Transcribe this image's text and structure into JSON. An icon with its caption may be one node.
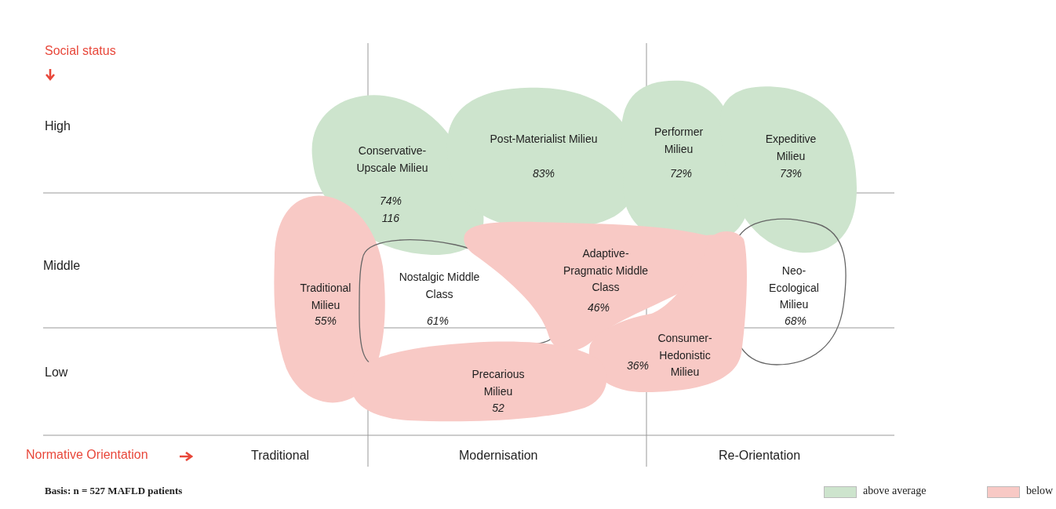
{
  "diagram": {
    "nodes": [
      {
        "text": [
          "Conservative- Upscale Milieu",
          "74%",
          "116"
        ]
      },
      {
        "text": [
          "Post-Materialist Milieu",
          "83%"
        ]
      },
      {
        "text": [
          "Performer Milieu",
          "72%"
        ]
      },
      {
        "text": [
          "Expeditive Milieu",
          "73%"
        ]
      },
      {
        "text": [
          "Traditional Milieu",
          "55%"
        ]
      },
      {
        "text": [
          "Nostalgic Middle Class",
          "61%"
        ]
      },
      {
        "text": [
          "Adaptive- Pragmatic Middle Class",
          "46%"
        ]
      },
      {
        "text": [
          "Neo- Ecological Milieu",
          "68%"
        ]
      },
      {
        "text": [
          "36%",
          "Consumer- Hedonistic Milieu"
        ]
      },
      {
        "text": [
          "Precarious Milieu",
          "52"
        ]
      }
    ],
    "labels": [
      "Social status",
      "High",
      "Middle",
      "Low",
      "Normative Orientation",
      "Traditional",
      "Modernisation",
      "Re-Orientation",
      "Basis: n = 527 MAFLD patients"
    ],
    "legend": [
      {
        "text": "above average",
        "color": "#cde4cd"
      },
      {
        "text": "below",
        "color": "#f8c9c5"
      }
    ]
  }
}
